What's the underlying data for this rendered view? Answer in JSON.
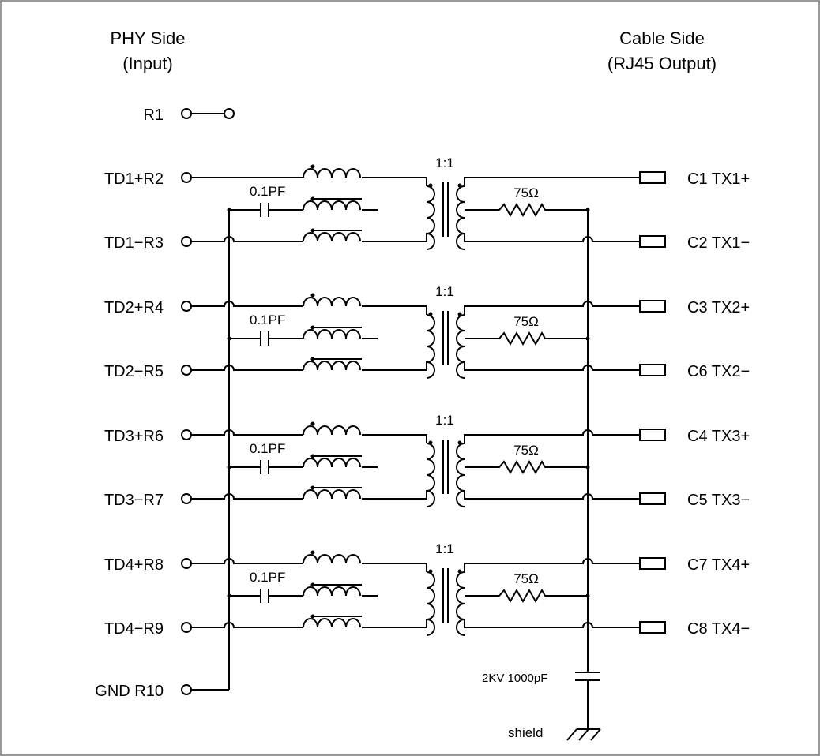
{
  "headers": {
    "phy_line1": "PHY Side",
    "phy_line2": "(Input)",
    "cable_line1": "Cable Side",
    "cable_line2": "(RJ45 Output)"
  },
  "r1_label": "R1",
  "channels": [
    {
      "in_pos": "TD1+R2",
      "in_neg": "TD1−R3",
      "out_pos": "C1  TX1+",
      "out_neg": "C2  TX1−",
      "ratio": "1:1",
      "cap": "0.1PF",
      "res": "75Ω"
    },
    {
      "in_pos": "TD2+R4",
      "in_neg": "TD2−R5",
      "out_pos": "C3  TX2+",
      "out_neg": "C6  TX2−",
      "ratio": "1:1",
      "cap": "0.1PF",
      "res": "75Ω"
    },
    {
      "in_pos": "TD3+R6",
      "in_neg": "TD3−R7",
      "out_pos": "C4  TX3+",
      "out_neg": "C5  TX3−",
      "ratio": "1:1",
      "cap": "0.1PF",
      "res": "75Ω"
    },
    {
      "in_pos": "TD4+R8",
      "in_neg": "TD4−R9",
      "out_pos": "C7  TX4+",
      "out_neg": "C8  TX4−",
      "ratio": "1:1",
      "cap": "0.1PF",
      "res": "75Ω"
    }
  ],
  "gnd_label": "GND  R10",
  "shield_cap_label": "2KV  1000pF",
  "shield_label": "shield"
}
